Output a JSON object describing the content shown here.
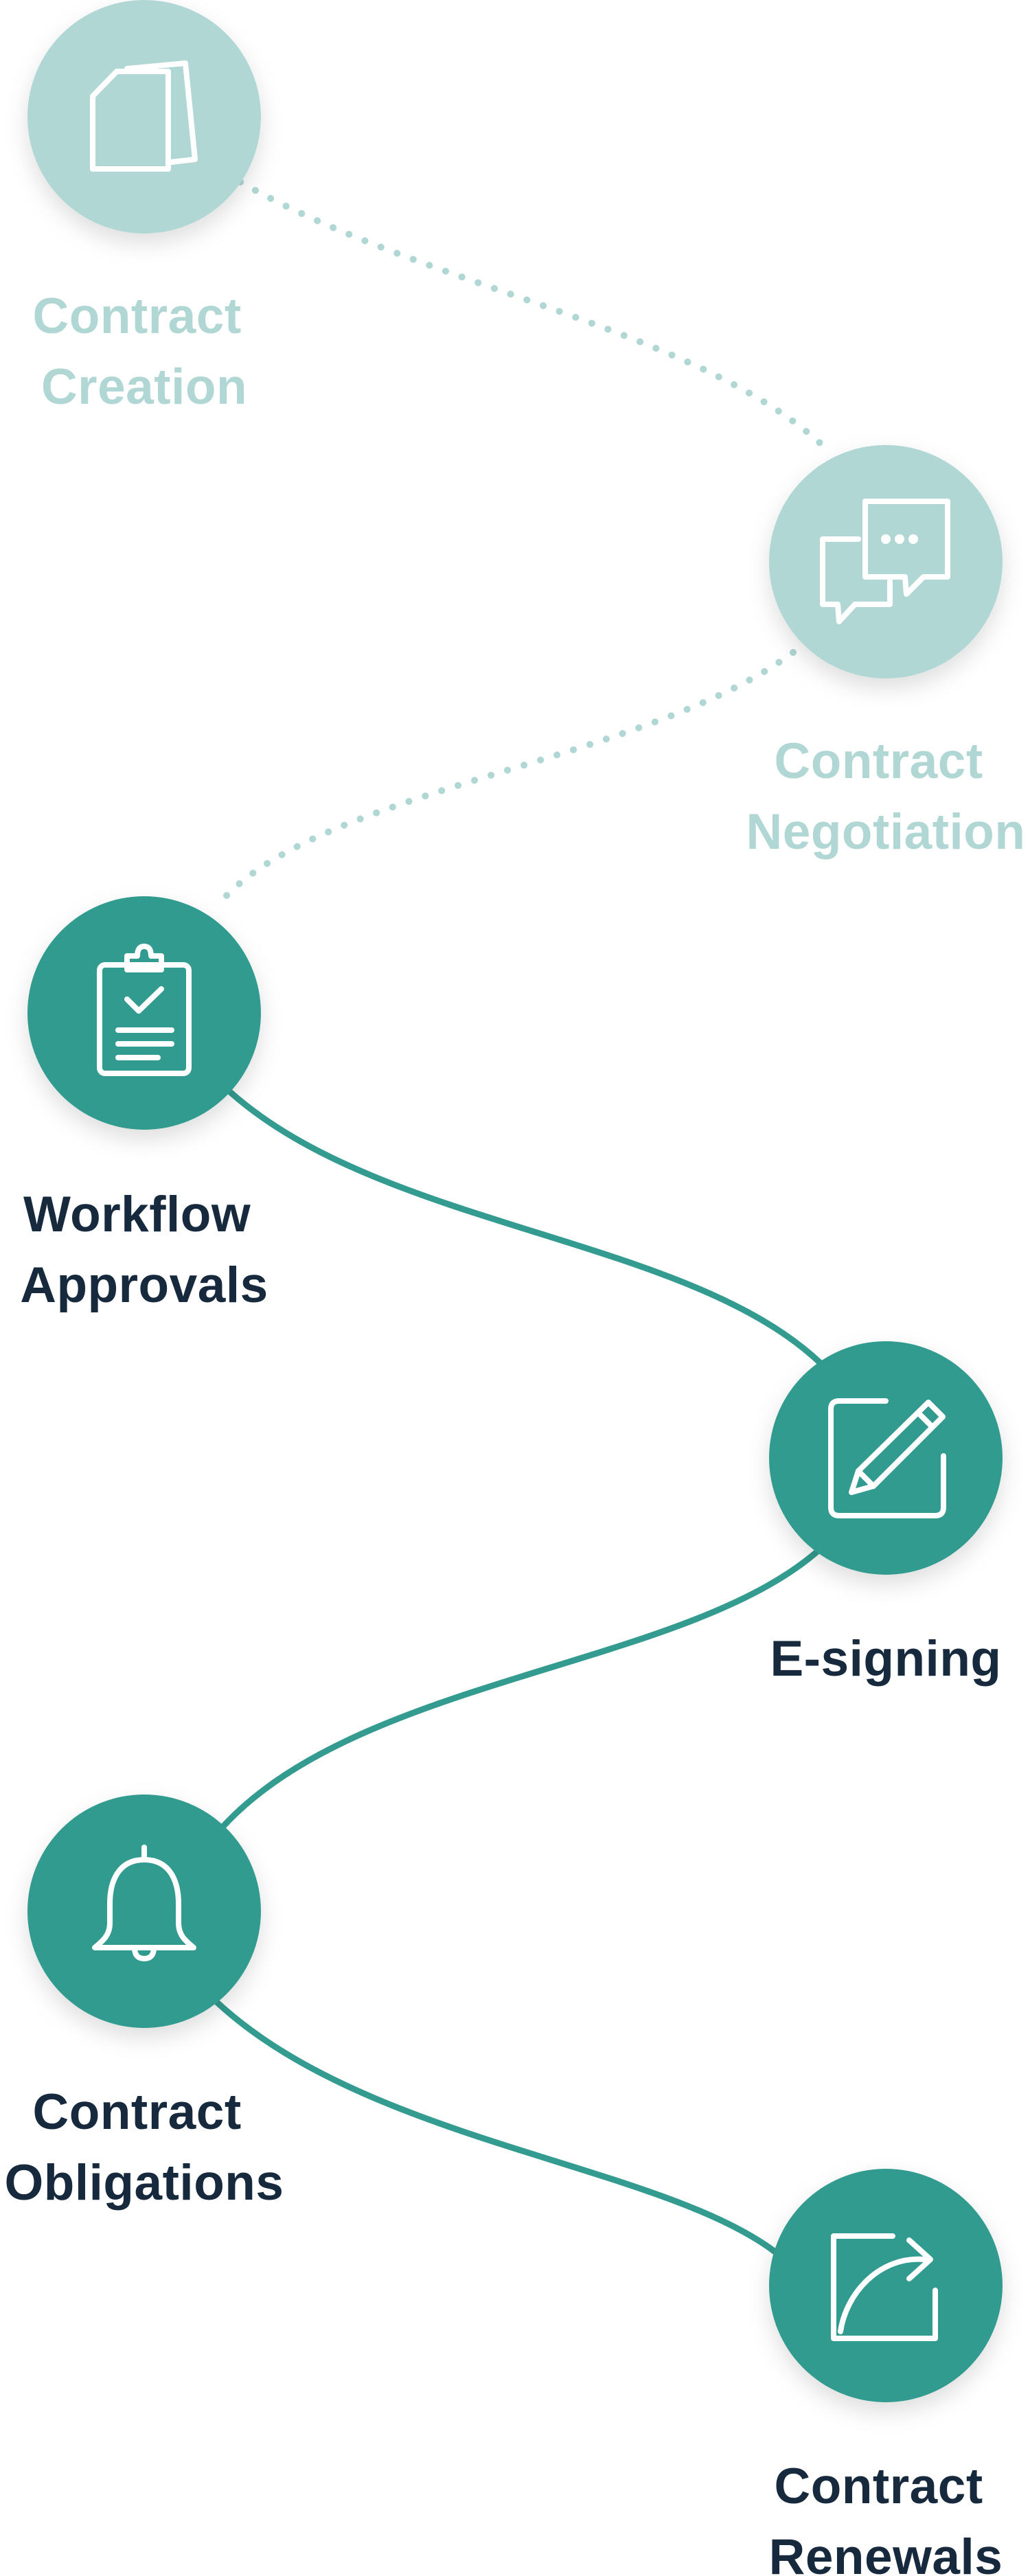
{
  "theme": {
    "muted_color": "#b0d7d3",
    "active_color": "#339b8f",
    "label_muted_color": "#b0d7d3",
    "label_active_color": "#16293d",
    "icon_color": "#ffffff"
  },
  "steps": [
    {
      "id": "creation",
      "lines": [
        "Contract",
        "Creation"
      ],
      "icon": "documents-icon",
      "state": "muted"
    },
    {
      "id": "negotiation",
      "lines": [
        "Contract",
        "Negotiation"
      ],
      "icon": "chat-bubbles-icon",
      "state": "muted"
    },
    {
      "id": "approvals",
      "lines": [
        "Workflow",
        "Approvals"
      ],
      "icon": "clipboard-check-icon",
      "state": "active"
    },
    {
      "id": "esigning",
      "lines": [
        "E-signing"
      ],
      "icon": "pencil-square-icon",
      "state": "active"
    },
    {
      "id": "obligations",
      "lines": [
        "Contract",
        "Obligations"
      ],
      "icon": "bell-icon",
      "state": "active"
    },
    {
      "id": "renewals",
      "lines": [
        "Contract",
        "Renewals"
      ],
      "icon": "share-arrow-icon",
      "state": "active"
    }
  ],
  "connectors": [
    {
      "from": "creation",
      "to": "negotiation",
      "style": "dotted"
    },
    {
      "from": "negotiation",
      "to": "approvals",
      "style": "dotted"
    },
    {
      "from": "approvals",
      "to": "esigning",
      "style": "solid"
    },
    {
      "from": "esigning",
      "to": "obligations",
      "style": "solid"
    },
    {
      "from": "obligations",
      "to": "renewals",
      "style": "solid"
    }
  ]
}
